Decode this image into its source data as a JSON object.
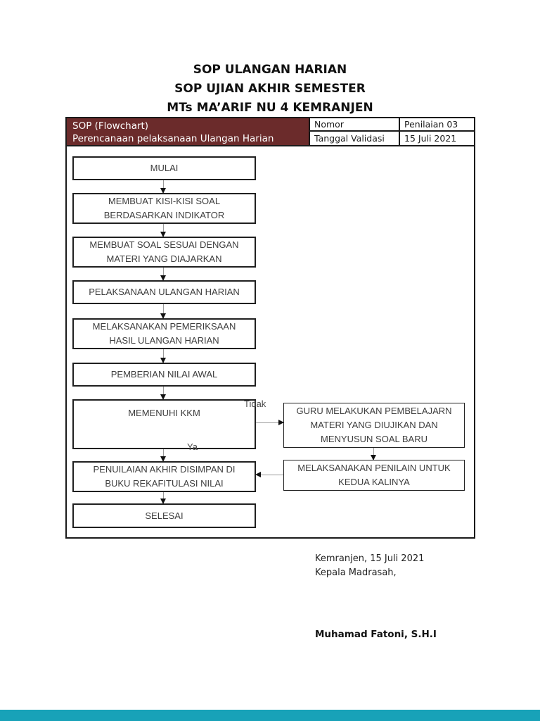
{
  "title": {
    "line1": "SOP ULANGAN HARIAN",
    "line2": "SOP UJIAN AKHIR SEMESTER",
    "line3": "MTs MA’ARIF NU 4 KEMRANJEN"
  },
  "header_table": {
    "sop_title": "SOP (Flowchart)",
    "sop_subtitle": "Perencanaan pelaksanaan Ulangan Harian",
    "rows": [
      {
        "label": "Nomor",
        "value": "Penilaian 03"
      },
      {
        "label": "Tanggal Validasi",
        "value": "15 Juli 2021"
      }
    ]
  },
  "flowchart": {
    "nodes": {
      "mulai": {
        "line1": "MULAI"
      },
      "kisi": {
        "line1": "MEMBUAT KISI-KISI SOAL",
        "line2": "BERDASARKAN INDIKATOR"
      },
      "soal": {
        "line1": "MEMBUAT SOAL SESUAI DENGAN",
        "line2": "MATERI YANG DIAJARKAN"
      },
      "pelaksanaan": {
        "line1": "PELAKSANAAN ULANGAN HARIAN"
      },
      "pemeriksaan": {
        "line1": "MELAKSANAKAN PEMERIKSAAN",
        "line2": "HASIL ULANGAN HARIAN"
      },
      "nilai_awal": {
        "line1": "PEMBERIAN NILAI AWAL"
      },
      "kkm": {
        "line1": "MEMENUHI KKM"
      },
      "guru": {
        "line1": "GURU MELAKUKAN PEMBELAJARN",
        "line2": "MATERI YANG DIUJIKAN DAN",
        "line3": "MENYUSUN SOAL BARU"
      },
      "penilaian_akhir": {
        "line1": "PENUILAIAN AKHIR DISIMPAN DI",
        "line2": "BUKU REKAFITULASI NILAI"
      },
      "penilaian_kedua": {
        "line1": "MELAKSANAKAN PENILAIN UNTUK",
        "line2": "KEDUA KALINYA"
      },
      "selesai": {
        "line1": "SELESAI"
      }
    },
    "branch_labels": {
      "no": "Tidak",
      "yes": "Ya"
    }
  },
  "signature": {
    "place_date": "Kemranjen, 15 Juli 2021",
    "role": "Kepala Madrasah,",
    "name": "Muhamad Fatoni, S.H.I"
  },
  "colors": {
    "header_accent": "#6b2b2b",
    "footer_bar": "#18a2b8",
    "node_border": "#202020",
    "connector_line": "#9a9a9a"
  }
}
